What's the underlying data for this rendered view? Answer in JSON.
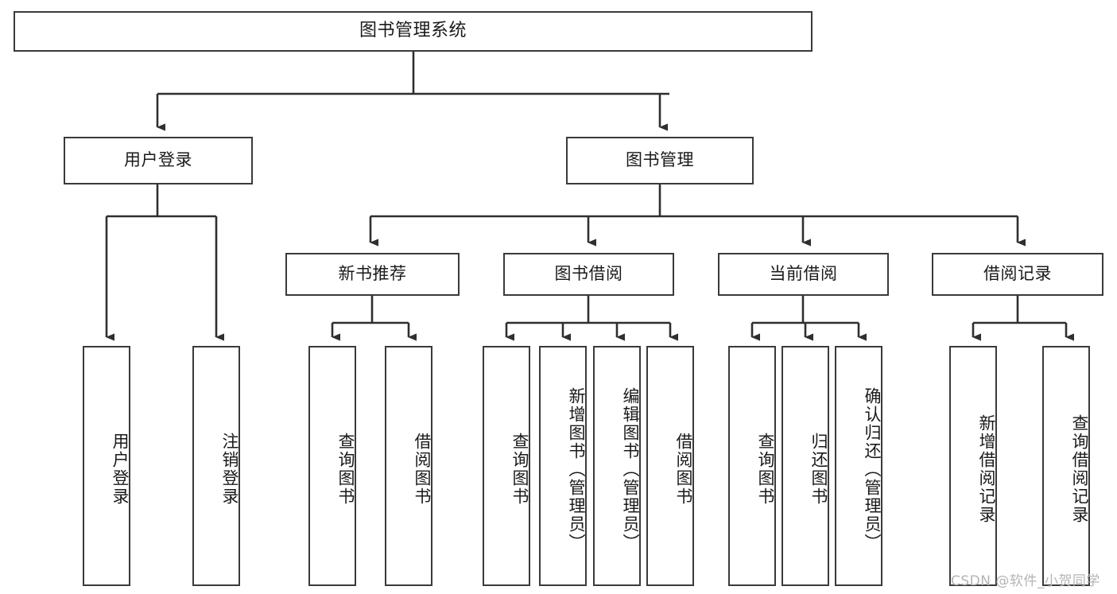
{
  "diagram": {
    "title": "图书管理系统",
    "type": "hierarchy-tree",
    "watermark": "CSDN @软件_小贺同学",
    "colors": {
      "box_border": "#3a3a3a",
      "box_fill": "#ffffff",
      "connector": "#2f2f2f",
      "text": "#1a1a1a",
      "watermark": "#b4b4b4"
    },
    "nodes": {
      "root": {
        "label": "图书管理系统"
      },
      "level2": [
        {
          "label": "用户登录"
        },
        {
          "label": "图书管理"
        }
      ],
      "level3": [
        {
          "label": "新书推荐"
        },
        {
          "label": "图书借阅"
        },
        {
          "label": "当前借阅"
        },
        {
          "label": "借阅记录"
        }
      ],
      "leaves_user_login": [
        {
          "label": "用户登录"
        },
        {
          "label": "注销登录"
        }
      ],
      "leaves_new_books": [
        {
          "label": "查询图书"
        },
        {
          "label": "借阅图书"
        }
      ],
      "leaves_borrow": [
        {
          "label": "查询图书"
        },
        {
          "label": "新增图书（管理员）"
        },
        {
          "label": "编辑图书（管理员）"
        },
        {
          "label": "借阅图书"
        }
      ],
      "leaves_current": [
        {
          "label": "查询图书"
        },
        {
          "label": "归还图书"
        },
        {
          "label": "确认归还（管理员）"
        }
      ],
      "leaves_records": [
        {
          "label": "新增借阅记录"
        },
        {
          "label": "查询借阅记录"
        }
      ]
    }
  }
}
